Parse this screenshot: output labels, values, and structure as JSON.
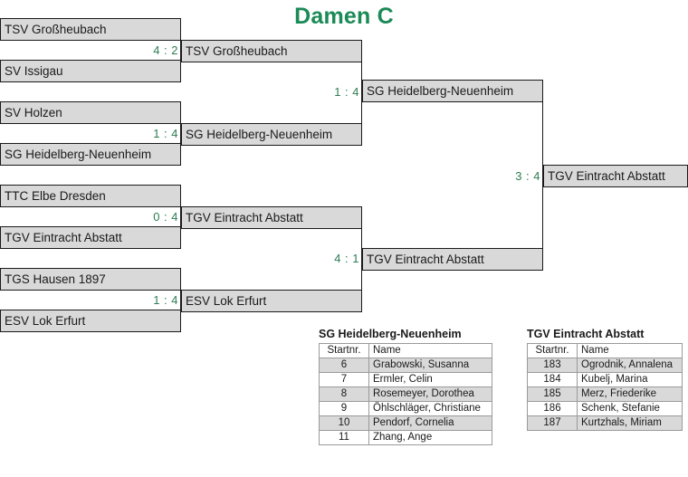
{
  "title": "Damen C",
  "colors": {
    "accent_green": "#1a8a56",
    "score_green": "#2e7d52",
    "box_fill": "#d9d9d9",
    "border": "#1a1a1a"
  },
  "bracket": {
    "round1": [
      {
        "top_team": "TSV Großheubach",
        "bottom_team": "SV Issigau",
        "score": "4 : 2"
      },
      {
        "top_team": "SV Holzen",
        "bottom_team": "SG Heidelberg-Neuenheim",
        "score": "1 : 4"
      },
      {
        "top_team": "TTC Elbe Dresden",
        "bottom_team": "TGV Eintracht Abstatt",
        "score": "0 : 4"
      },
      {
        "top_team": "TGS Hausen 1897",
        "bottom_team": "ESV Lok Erfurt",
        "score": "1 : 4"
      }
    ],
    "round2": [
      {
        "winner": "TSV Großheubach",
        "score": "4 : 2"
      },
      {
        "winner": "SG Heidelberg-Neuenheim",
        "score": "1 : 4"
      },
      {
        "winner": "TGV Eintracht Abstatt",
        "score": "0 : 4"
      },
      {
        "winner": "ESV Lok Erfurt",
        "score": "1 : 4"
      }
    ],
    "semifinals": [
      {
        "winner": "SG Heidelberg-Neuenheim",
        "score": "1 : 4"
      },
      {
        "winner": "TGV Eintracht Abstatt",
        "score": "4 : 1"
      }
    ],
    "final": {
      "winner": "TGV Eintracht Abstatt",
      "score": "3 : 4"
    }
  },
  "rosters": [
    {
      "team": "SG Heidelberg-Neuenheim",
      "columns": [
        "Startnr.",
        "Name"
      ],
      "players": [
        {
          "nr": "6",
          "name": "Grabowski, Susanna"
        },
        {
          "nr": "7",
          "name": "Ermler, Celin"
        },
        {
          "nr": "8",
          "name": "Rosemeyer, Dorothea"
        },
        {
          "nr": "9",
          "name": "Öhlschläger, Christiane"
        },
        {
          "nr": "10",
          "name": "Pendorf, Cornelia"
        },
        {
          "nr": "11",
          "name": "Zhang, Ange"
        }
      ]
    },
    {
      "team": "TGV Eintracht Abstatt",
      "columns": [
        "Startnr.",
        "Name"
      ],
      "players": [
        {
          "nr": "183",
          "name": "Ogrodnik, Annalena"
        },
        {
          "nr": "184",
          "name": "Kubelj, Marina"
        },
        {
          "nr": "185",
          "name": "Merz, Friederike"
        },
        {
          "nr": "186",
          "name": "Schenk, Stefanie"
        },
        {
          "nr": "187",
          "name": "Kurtzhals, Miriam"
        }
      ]
    }
  ]
}
